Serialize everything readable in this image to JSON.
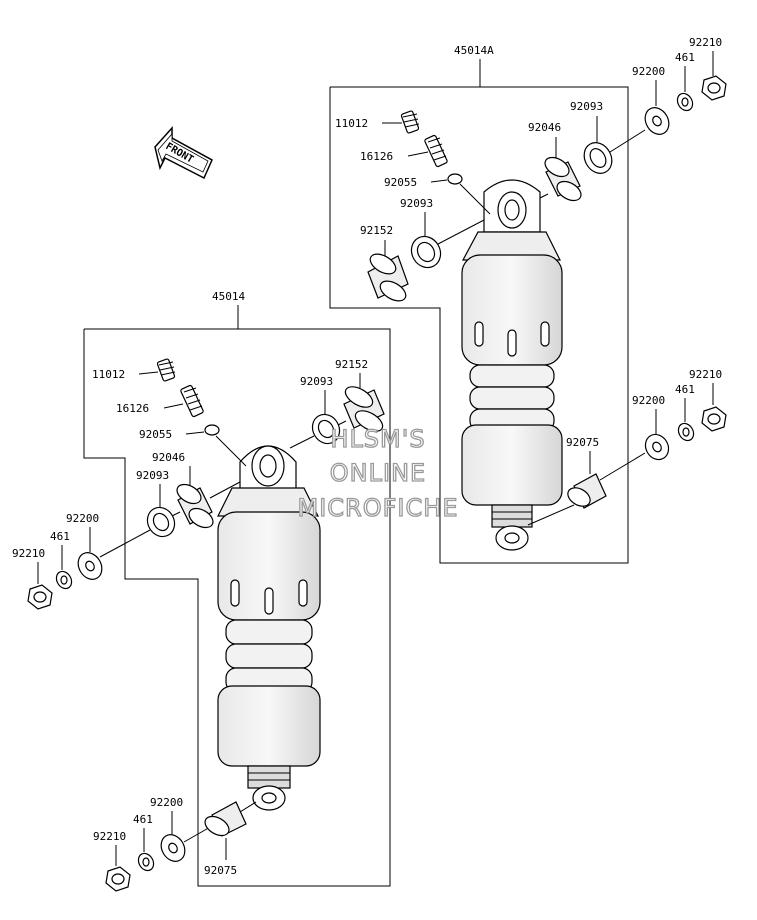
{
  "front_arrow": {
    "label": "FRONT"
  },
  "assemblies": {
    "top_right": {
      "assembly_no": "45014A",
      "parts": {
        "11012": "11012",
        "16126": "16126",
        "92055": "92055",
        "92093_a": "92093",
        "92152": "92152",
        "92046": "92046",
        "92093_b": "92093",
        "92200_top": "92200",
        "461_top": "461",
        "92210_top": "92210",
        "92200_bottom": "92200",
        "461_bottom": "461",
        "92210_bottom": "92210",
        "92075": "92075"
      }
    },
    "bottom_left": {
      "assembly_no": "45014",
      "parts": {
        "11012": "11012",
        "16126": "16126",
        "92055": "92055",
        "92152": "92152",
        "92093_a": "92093",
        "92046": "92046",
        "92093_b": "92093",
        "92200_top": "92200",
        "461_top": "461",
        "92210_top": "92210",
        "92200_bottom": "92200",
        "461_bottom": "461",
        "92210_bottom": "92210",
        "92075": "92075"
      }
    }
  },
  "watermark": {
    "line1": "HLSM'S",
    "line2": "ONLINE",
    "line3": "MICROFICHE"
  }
}
